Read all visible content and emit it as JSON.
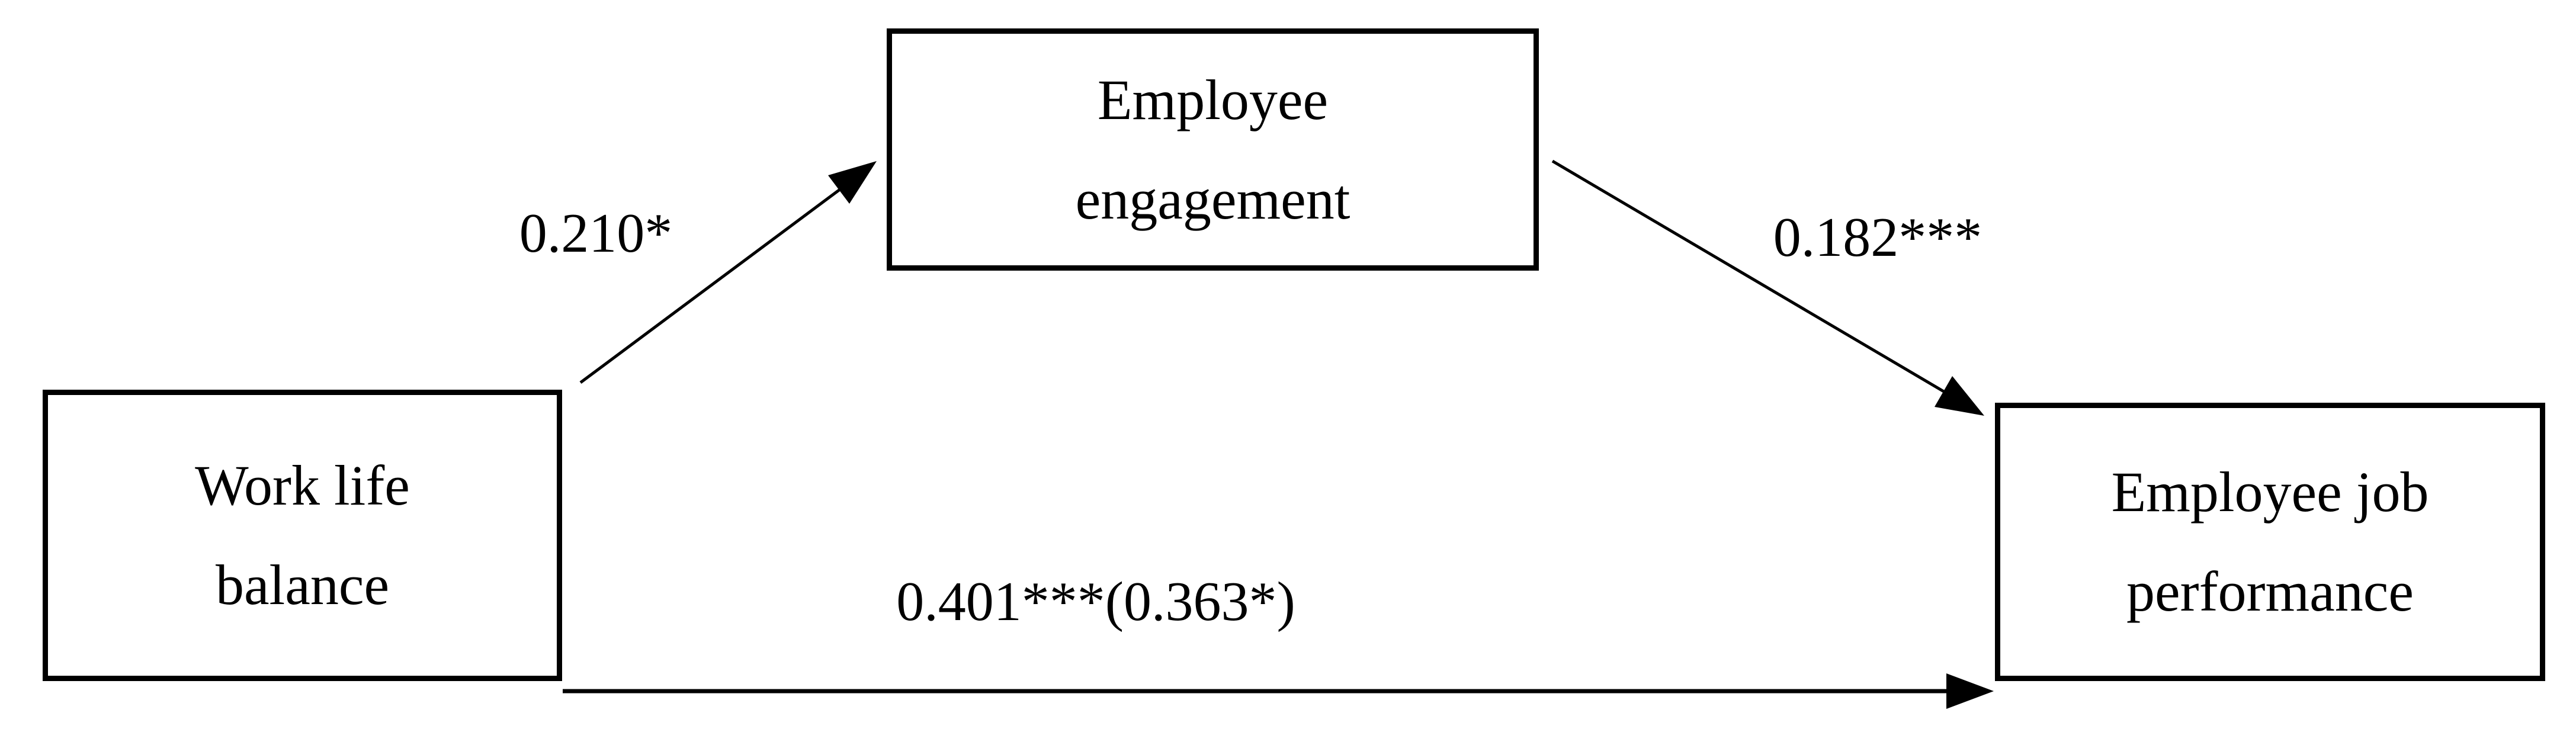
{
  "diagram": {
    "title": "mediation-path-model",
    "nodes": [
      {
        "id": "wlb",
        "line1": "Work life",
        "line2": "balance"
      },
      {
        "id": "ee",
        "line1": "Employee",
        "line2": "engagement"
      },
      {
        "id": "ejp",
        "line1": "Employee job",
        "line2": "performance"
      }
    ],
    "paths": [
      {
        "from": "wlb",
        "to": "ee",
        "label": "0.210*"
      },
      {
        "from": "ee",
        "to": "ejp",
        "label": "0.182***"
      },
      {
        "from": "wlb",
        "to": "ejp",
        "label": "0.401***(0.363*)"
      }
    ],
    "colors": {
      "background": "#ffffff",
      "box_border": "#000000",
      "text": "#000000",
      "arrow": "#000000"
    }
  }
}
